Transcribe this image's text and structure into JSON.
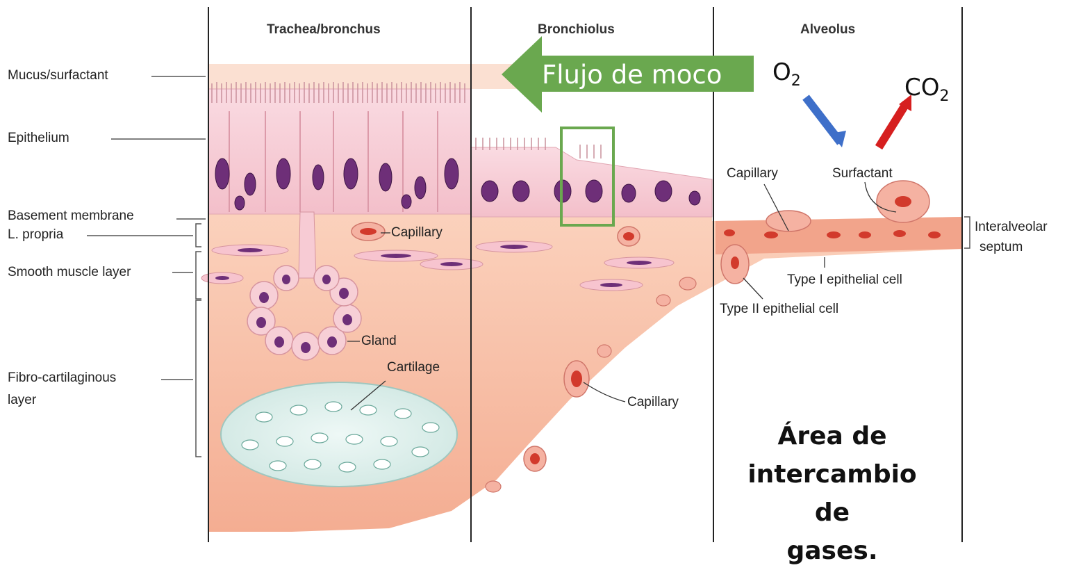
{
  "columns": {
    "trachea": "Trachea/bronchus",
    "bronchiolus": "Bronchiolus",
    "alveolus": "Alveolus"
  },
  "left_labels": {
    "mucus": "Mucus/surfactant",
    "epithelium": "Epithelium",
    "basement": "Basement membrane",
    "propria": "L. propria",
    "smooth_muscle": "Smooth muscle layer",
    "fibro_line1": "Fibro-cartilaginous",
    "fibro_line2": "layer"
  },
  "inner_labels": {
    "capillary_trachea": "Capillary",
    "gland": "Gland",
    "cartilage": "Cartilage",
    "capillary_bronchiolus": "Capillary",
    "capillary_alveolus": "Capillary",
    "surfactant": "Surfactant",
    "type1": "Type I epithelial cell",
    "type2": "Type II epithelial cell",
    "septum_line1": "Interalveolar",
    "septum_line2": "septum"
  },
  "annotations": {
    "mucus_flow": "Flujo de moco",
    "o2": "O",
    "o2_sub": "2",
    "co2": "CO",
    "co2_sub": "2",
    "exchange_line1": "Área de",
    "exchange_line2": "intercambio de",
    "exchange_line3": "gases."
  },
  "colors": {
    "tissue": "#f6b9a1",
    "epithelium": "#f7cfd6",
    "nucleus": "#6e2f78",
    "cartilage": "#dff0ec",
    "flow_arrow": "#6aa84f",
    "o2_arrow": "#3e6fc9",
    "co2_arrow": "#d61f1f",
    "highlight_box": "#6aa84f"
  }
}
